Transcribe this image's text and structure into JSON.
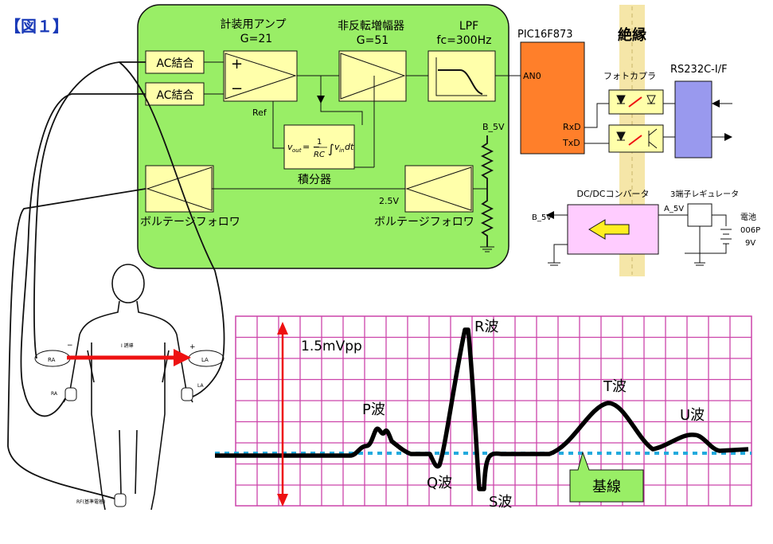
{
  "figure_label": "【図１】",
  "blocks": {
    "ac1": "AC結合",
    "ac2": "AC結合",
    "inamp_title": "計装用アンプ",
    "inamp_gain": "G=21",
    "inv_title": "非反転増幅器",
    "inv_gain": "G=51",
    "lpf_title": "LPF",
    "lpf_fc": "fc=300Hz",
    "plus": "+",
    "minus": "−",
    "ref": "Ref",
    "integrator_label": "積分器",
    "vf_left": "ボルテージフォロワ",
    "vf_right": "ボルテージフォロワ",
    "v25": "2.5V",
    "b5v": "B_5V",
    "formula": {
      "lhs": "v",
      "lhs_sub": "out",
      "eq": "= −",
      "num": "1",
      "den": "RC",
      "integral": "∫",
      "rhs": "v",
      "rhs_sub": "in",
      "dt": "dt"
    }
  },
  "right_side": {
    "mcu": "PIC16F873",
    "an0": "AN0",
    "rxd": "RxD",
    "txd": "TxD",
    "isolation": "絶縁",
    "photocoupler": "フォトカプラ",
    "rs232": "RS232C-I/F",
    "dcdc": "DC/DCコンバータ",
    "regulator": "3端子レギュレータ",
    "a5v": "A_5V",
    "b5v_out": "B_5V",
    "battery_l1": "電池",
    "battery_l2": "006P",
    "battery_l3": "9V"
  },
  "body_figure": {
    "ra_disc": "RA",
    "la_disc": "LA",
    "ra_wrist": "RA",
    "la_wrist": "LA",
    "rf": "RF(基準電極)",
    "arrow_label": "I 誘導",
    "minus": "−",
    "plus": "+"
  },
  "ecg": {
    "amplitude": "1.5mVpp",
    "p": "P波",
    "q": "Q波",
    "r": "R波",
    "s": "S波",
    "t": "T波",
    "u": "U波",
    "baseline": "基線"
  },
  "colors": {
    "board": "#99ee66",
    "block": "#ffffaa",
    "mcu": "#ff7f2a",
    "rs232": "#9999ee",
    "dcdc": "#ffccff",
    "isolation": "#f5e6a8",
    "grid": "#cc44aa",
    "red": "#ee1111",
    "baseline": "#22aadd",
    "callout": "#99ee66",
    "title": "#1a3ab8"
  }
}
